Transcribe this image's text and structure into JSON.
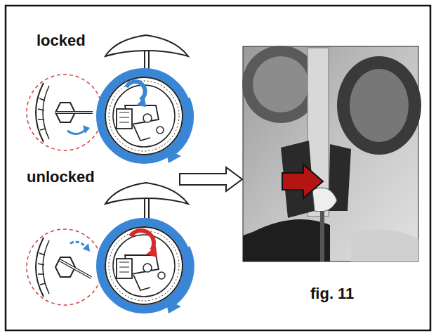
{
  "diagram": {
    "labels": [
      "locked",
      "unlocked",
      "fig. 11"
    ]
  }
}
